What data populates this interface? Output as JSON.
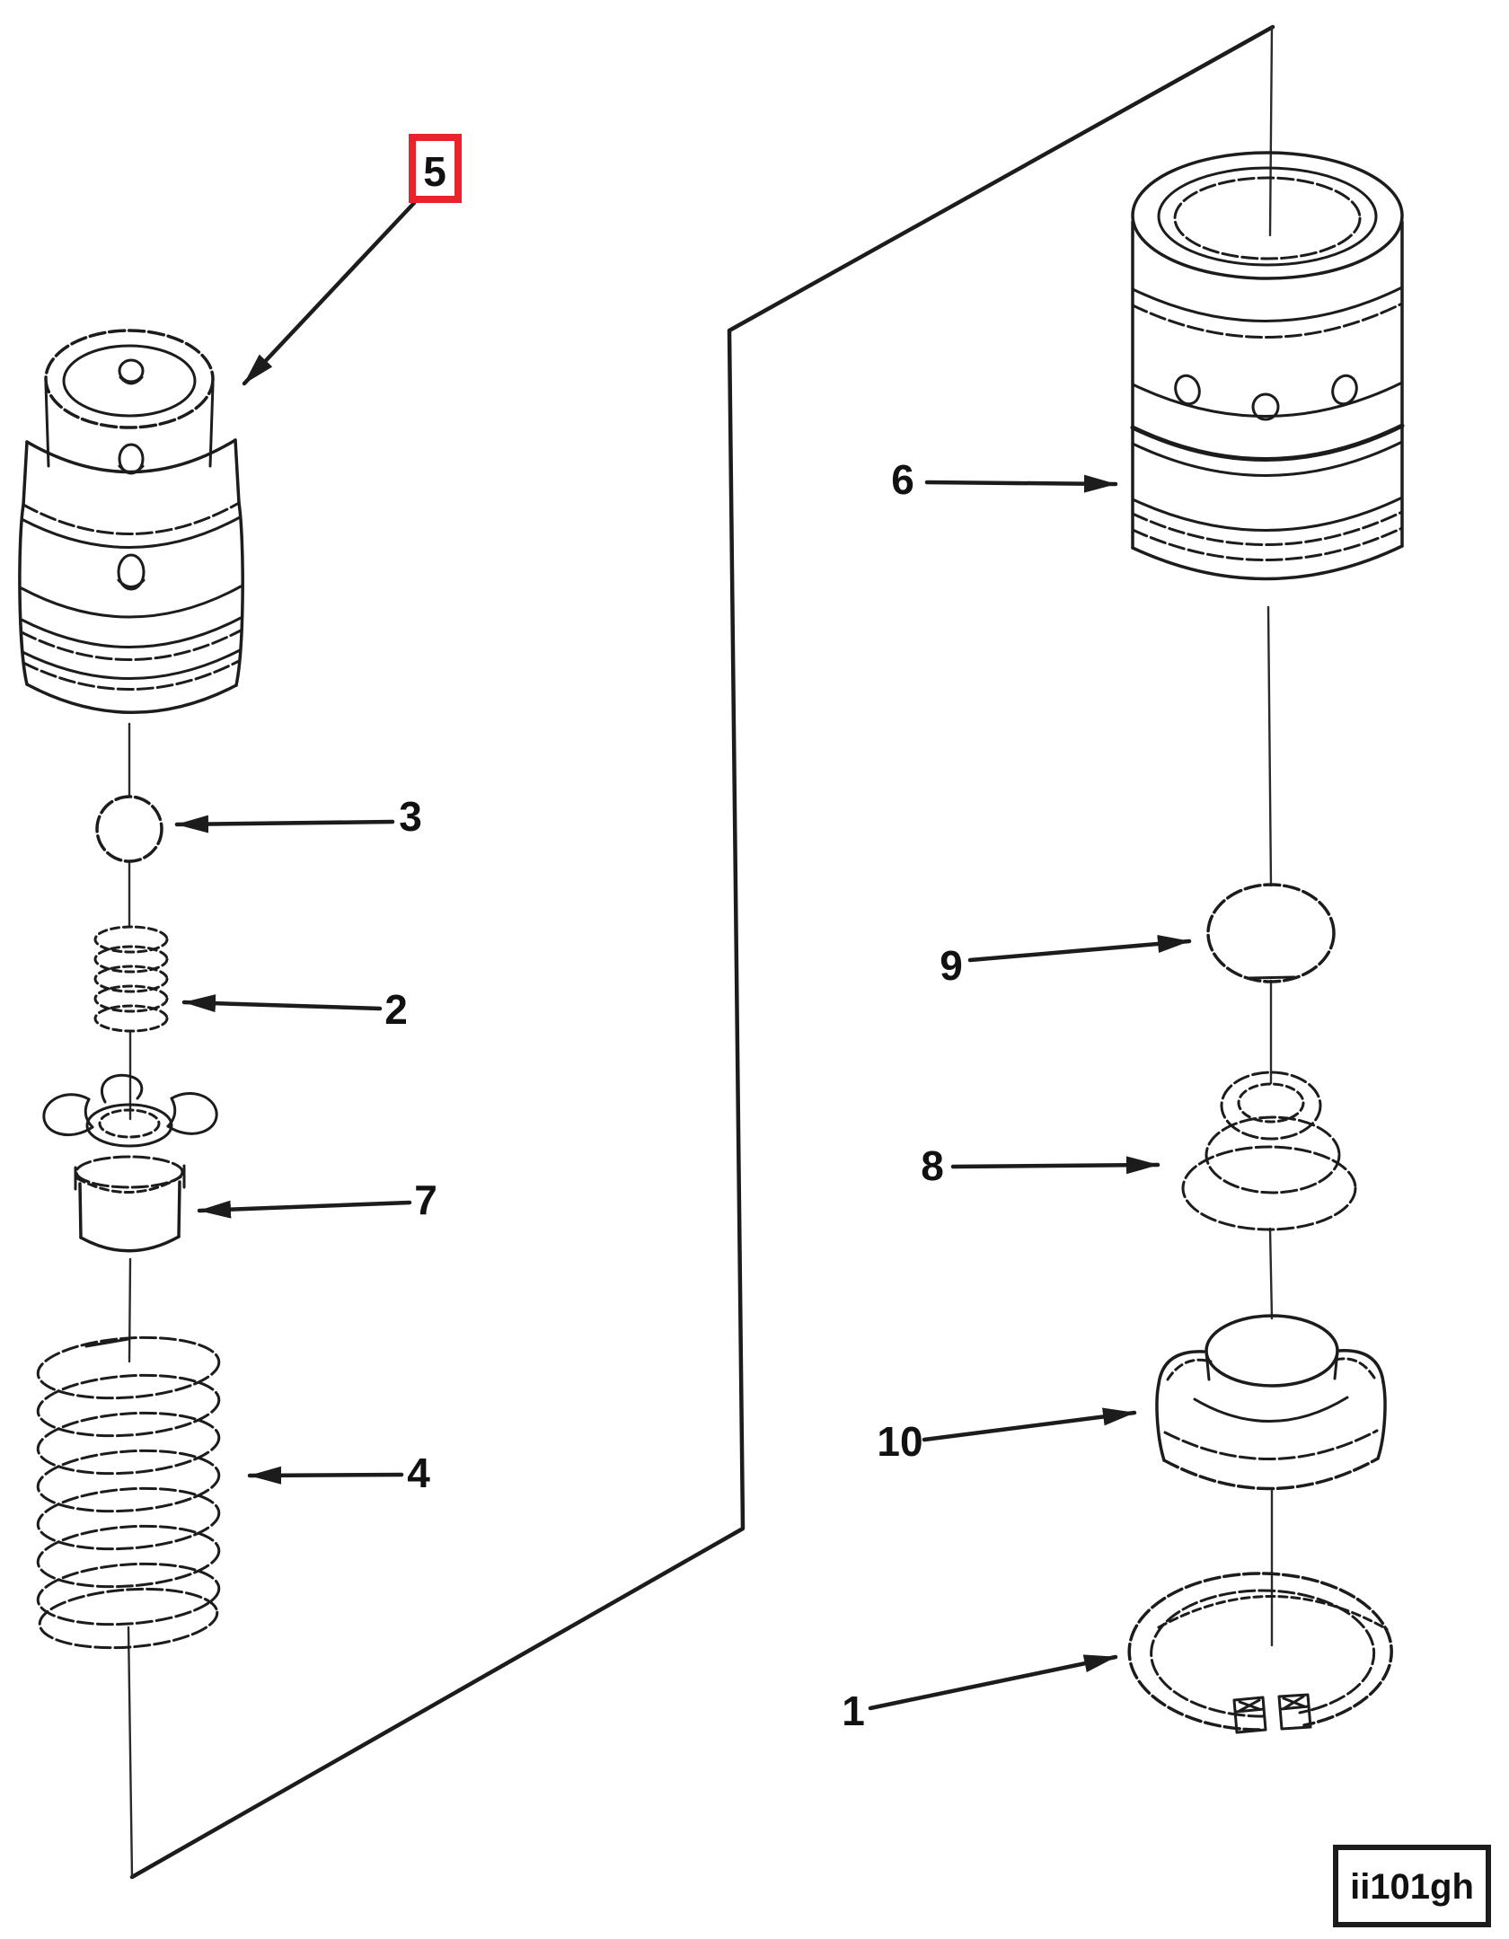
{
  "figure": {
    "image_code": "ii101gh",
    "background_color": "#ffffff",
    "line_color": "#1c1c1c",
    "highlight_color": "#e8232a",
    "highlighted_callout": "5"
  },
  "callouts": {
    "c1": {
      "label": "1"
    },
    "c2": {
      "label": "2"
    },
    "c3": {
      "label": "3"
    },
    "c4": {
      "label": "4"
    },
    "c5": {
      "label": "5"
    },
    "c6": {
      "label": "6"
    },
    "c7": {
      "label": "7"
    },
    "c8": {
      "label": "8"
    },
    "c9": {
      "label": "9"
    },
    "c10": {
      "label": "10"
    }
  }
}
